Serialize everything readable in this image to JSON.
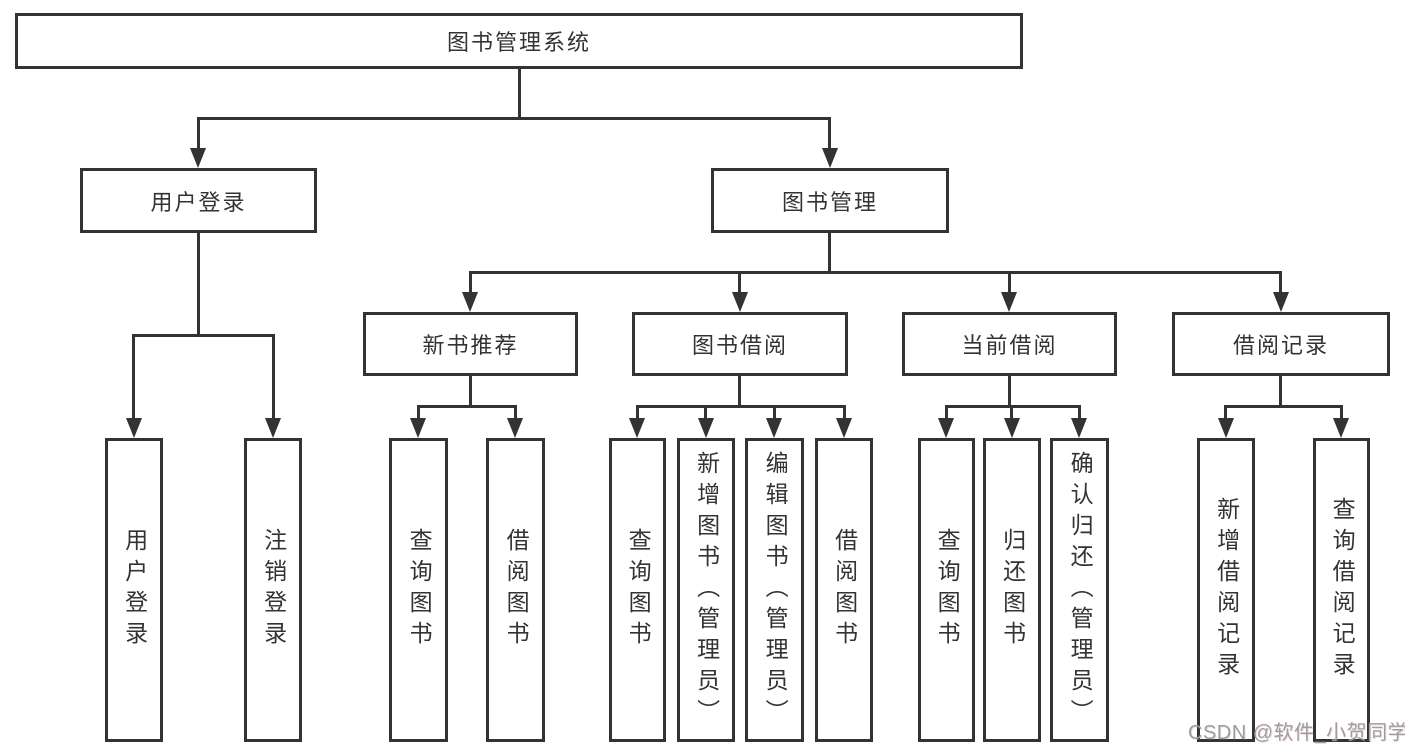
{
  "root": {
    "label": "图书管理系统"
  },
  "level2": {
    "user_login": {
      "label": "用户登录"
    },
    "book_management": {
      "label": "图书管理"
    }
  },
  "level3": {
    "new_book_recommend": {
      "label": "新书推荐"
    },
    "book_borrow": {
      "label": "图书借阅"
    },
    "current_borrow": {
      "label": "当前借阅"
    },
    "borrow_records": {
      "label": "借阅记录"
    }
  },
  "leaves": {
    "user_login": {
      "label": "用户登录"
    },
    "logout": {
      "label": "注销登录"
    },
    "nb_query": {
      "label": "查询图书"
    },
    "nb_borrow": {
      "label": "借阅图书"
    },
    "bb_query": {
      "label": "查询图书"
    },
    "bb_add": {
      "label": "新增图书（管理员）"
    },
    "bb_edit": {
      "label": "编辑图书（管理员）"
    },
    "bb_borrow": {
      "label": "借阅图书"
    },
    "cb_query": {
      "label": "查询图书"
    },
    "cb_return": {
      "label": "归还图书"
    },
    "cb_confirm": {
      "label": "确认归还（管理员）"
    },
    "br_add": {
      "label": "新增借阅记录"
    },
    "br_query": {
      "label": "查询借阅记录"
    }
  },
  "watermark": {
    "text": "CSDN @软件_小贺同学"
  },
  "colors": {
    "line": "#333333",
    "text": "#333333",
    "watermark": "#9c9ca4",
    "background": "#ffffff"
  }
}
